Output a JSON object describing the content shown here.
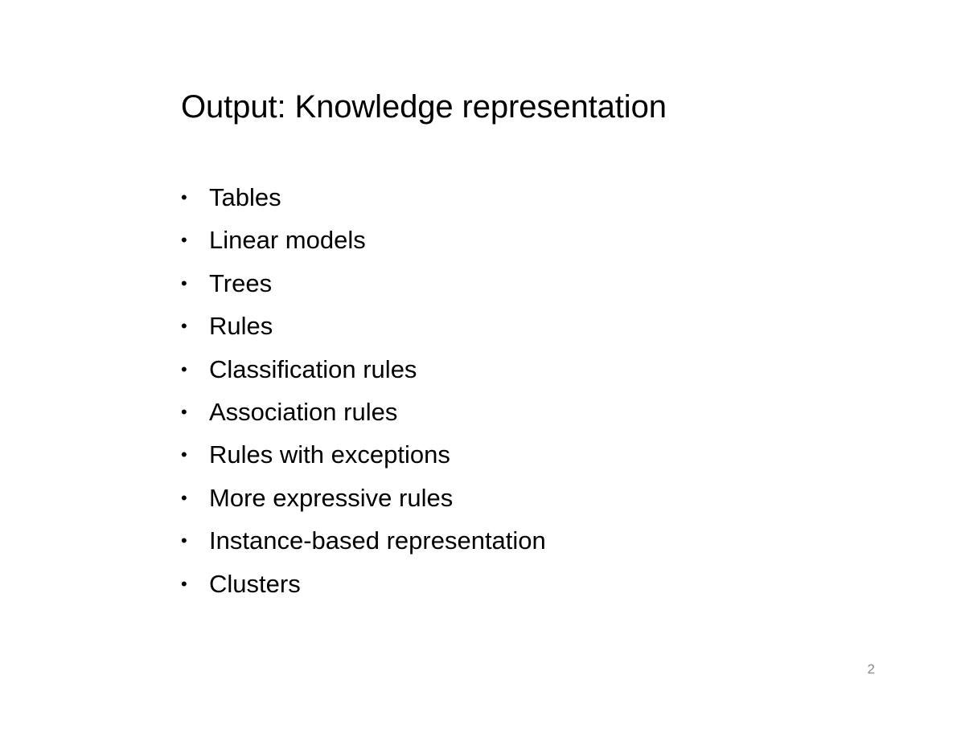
{
  "slide": {
    "title": "Output: Knowledge representation",
    "bullet_marker": "•",
    "bullets": [
      {
        "label": "Tables"
      },
      {
        "label": "Linear models"
      },
      {
        "label": "Trees"
      },
      {
        "label": "Rules"
      },
      {
        "label": "Classification rules"
      },
      {
        "label": "Association rules"
      },
      {
        "label": "Rules with exceptions"
      },
      {
        "label": "More expressive rules"
      },
      {
        "label": "Instance-based representation"
      },
      {
        "label": "Clusters"
      }
    ],
    "page_number": "2",
    "colors": {
      "background": "#ffffff",
      "text": "#000000",
      "page_number": "#8a8a8a"
    }
  }
}
